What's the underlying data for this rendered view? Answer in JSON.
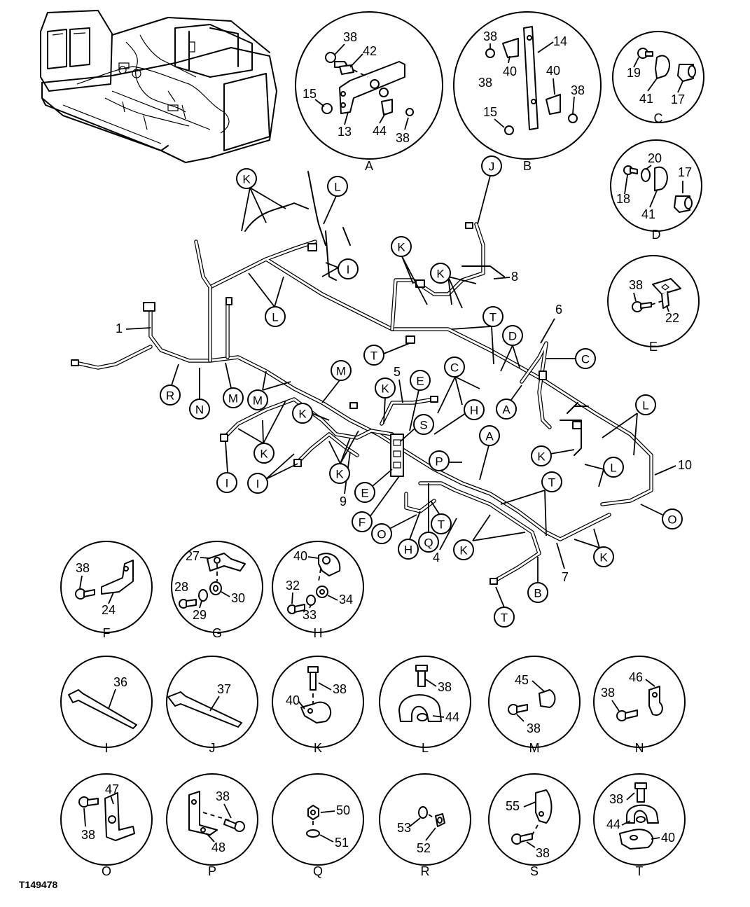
{
  "reference_code": "T149478",
  "main_labels": {
    "harness_1": "1",
    "harness_4": "4",
    "harness_5": "5",
    "harness_6": "6",
    "harness_7": "7",
    "harness_8": "8",
    "harness_9": "9",
    "harness_10": "10"
  },
  "detail_views": [
    {
      "id": "A",
      "parts": [
        "38",
        "42",
        "15",
        "13",
        "44",
        "38"
      ]
    },
    {
      "id": "B",
      "parts": [
        "38",
        "40",
        "14",
        "40",
        "38",
        "15",
        "38"
      ]
    },
    {
      "id": "C",
      "parts": [
        "19",
        "41",
        "17"
      ]
    },
    {
      "id": "D",
      "parts": [
        "20",
        "17",
        "18",
        "41"
      ]
    },
    {
      "id": "E",
      "parts": [
        "38",
        "22"
      ]
    },
    {
      "id": "F",
      "parts": [
        "38",
        "24"
      ]
    },
    {
      "id": "G",
      "parts": [
        "27",
        "28",
        "30",
        "29"
      ]
    },
    {
      "id": "H",
      "parts": [
        "40",
        "32",
        "34",
        "33"
      ]
    },
    {
      "id": "I",
      "parts": [
        "36"
      ]
    },
    {
      "id": "J",
      "parts": [
        "37"
      ]
    },
    {
      "id": "K",
      "parts": [
        "38",
        "40"
      ]
    },
    {
      "id": "L",
      "parts": [
        "38",
        "44"
      ]
    },
    {
      "id": "M",
      "parts": [
        "45",
        "38"
      ]
    },
    {
      "id": "N",
      "parts": [
        "46",
        "38"
      ]
    },
    {
      "id": "O",
      "parts": [
        "47",
        "38"
      ]
    },
    {
      "id": "P",
      "parts": [
        "38",
        "48"
      ]
    },
    {
      "id": "Q",
      "parts": [
        "50",
        "51"
      ]
    },
    {
      "id": "R",
      "parts": [
        "53",
        "52"
      ]
    },
    {
      "id": "S",
      "parts": [
        "55",
        "38"
      ]
    },
    {
      "id": "T",
      "parts": [
        "38",
        "44",
        "40"
      ]
    }
  ],
  "callouts": [
    "K",
    "L",
    "L",
    "I",
    "J",
    "K",
    "K",
    "T",
    "T",
    "D",
    "C",
    "E",
    "K",
    "M",
    "M",
    "R",
    "N",
    "M",
    "K",
    "K",
    "S",
    "C",
    "H",
    "A",
    "I",
    "I",
    "K",
    "E",
    "F",
    "P",
    "O",
    "H",
    "Q",
    "T",
    "T",
    "K",
    "K",
    "B",
    "K",
    "L",
    "L",
    "O",
    "T",
    "A"
  ]
}
